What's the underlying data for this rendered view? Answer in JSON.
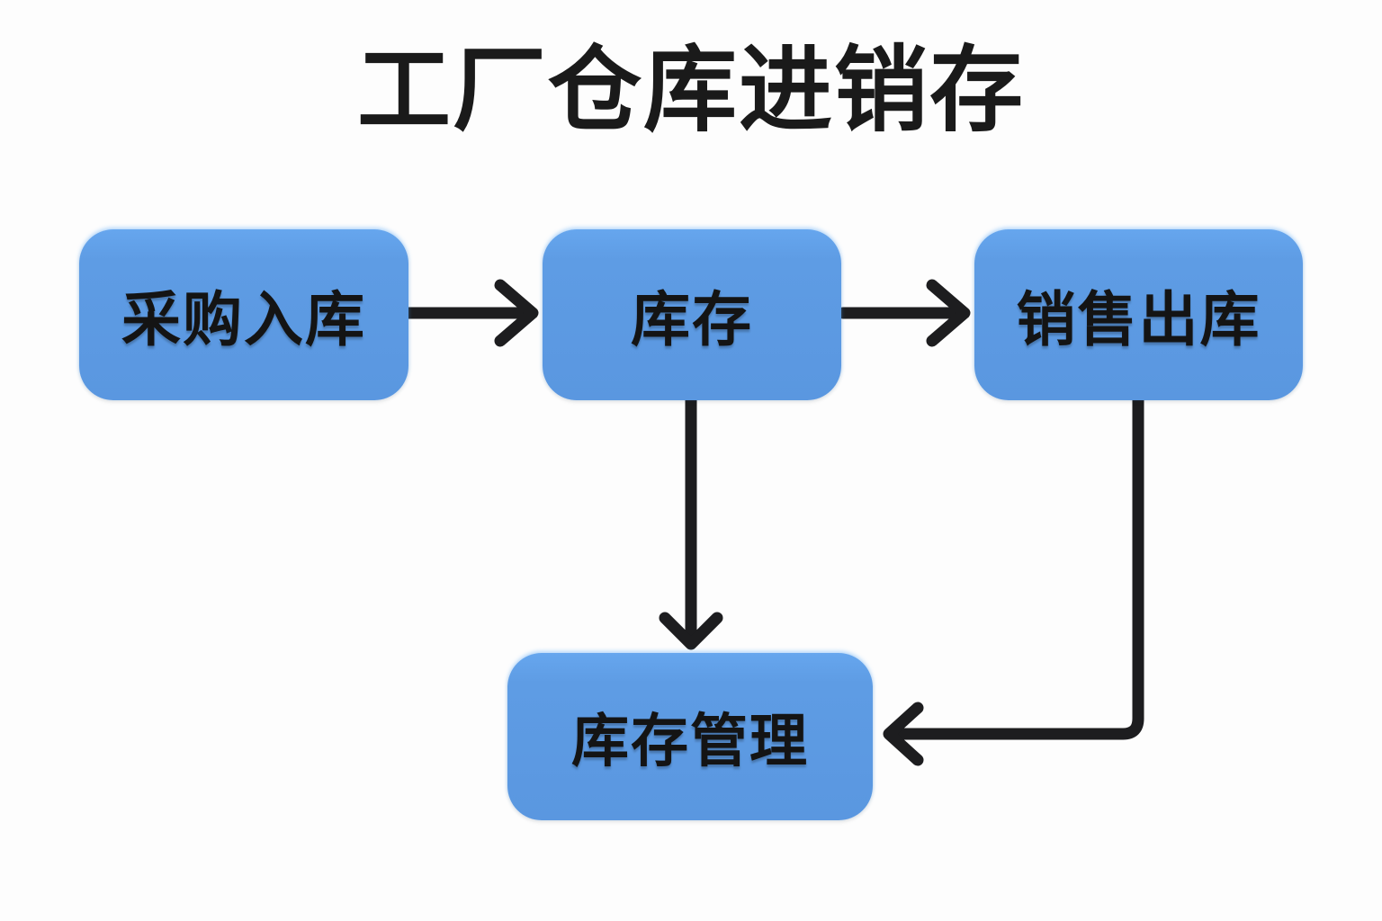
{
  "title": {
    "text": "工厂仓库进销存"
  },
  "diagram": {
    "nodes": [
      {
        "id": "purchase-inbound",
        "label": "采购入库"
      },
      {
        "id": "inventory",
        "label": "库存"
      },
      {
        "id": "sales-outbound",
        "label": "销售出库"
      },
      {
        "id": "inventory-management",
        "label": "库存管理"
      }
    ],
    "edges": [
      {
        "from": "采购入库",
        "to": "库存"
      },
      {
        "from": "库存",
        "to": "销售出库"
      },
      {
        "from": "库存",
        "to": "库存管理"
      },
      {
        "from": "销售出库",
        "to": "库存管理"
      }
    ],
    "colors": {
      "node_fill": "#5e9ce4",
      "node_fill_top": "#66a6ee",
      "node_text": "#141414",
      "arrow": "#1d1d1f",
      "title_text": "#1a1a1a",
      "background": "#fdfdfd"
    }
  }
}
